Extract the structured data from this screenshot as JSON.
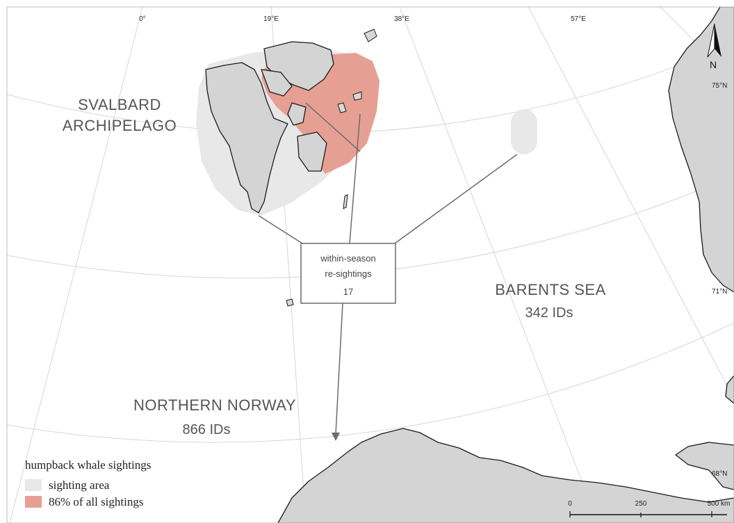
{
  "graticule": {
    "longitudes": [
      "0°",
      "19°E",
      "38°E",
      "57°E"
    ],
    "latitudes": [
      "75°N",
      "71°N",
      "68°N"
    ]
  },
  "regions": {
    "svalbard": {
      "line1": "SVALBARD",
      "line2": "ARCHIPELAGO"
    },
    "barents": {
      "name": "BARENTS SEA",
      "ids": "342 IDs"
    },
    "norway": {
      "name": "NORTHERN NORWAY",
      "ids": "866 IDs"
    }
  },
  "resightings": {
    "line1": "within-season",
    "line2": "re-sightings",
    "count": "17"
  },
  "legend": {
    "title": "humpback whale sightings",
    "items": [
      {
        "label": "sighting area",
        "color": "#e8e8e8"
      },
      {
        "label": "86% of all sightings",
        "color": "#e6a093"
      }
    ]
  },
  "scale_bar": {
    "labels": [
      "0",
      "250",
      "500 km"
    ]
  },
  "north_arrow": {
    "label": "N"
  },
  "colors": {
    "land": "#d4d4d4",
    "sighting_area": "#e8e8e8",
    "core_area": "#e6a093",
    "graticule": "#d6d6d6"
  }
}
